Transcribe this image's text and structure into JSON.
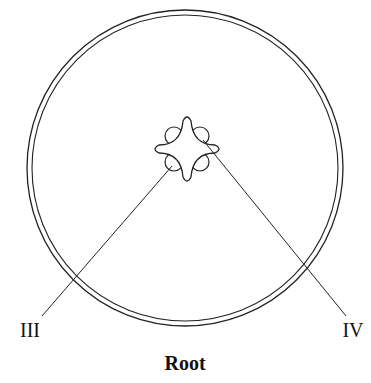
{
  "diagram": {
    "caption": "Root",
    "labels": [
      "III",
      "IV"
    ]
  }
}
